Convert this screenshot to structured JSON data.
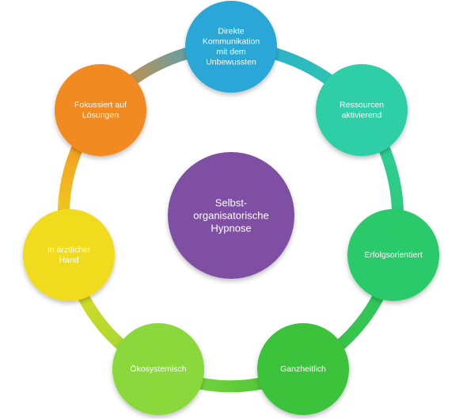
{
  "center": {
    "lines": [
      "Selbst-",
      "organisatorische",
      "Hypnose"
    ],
    "color": "#7E4FA3"
  },
  "nodes": [
    {
      "lines": [
        "Direkte",
        "Kommunikation",
        "mit dem",
        "Unbewussten"
      ],
      "color": "#2BA7D6"
    },
    {
      "lines": [
        "Ressourcen",
        "aktivierend"
      ],
      "color": "#2ECFA6"
    },
    {
      "lines": [
        "Erfolgsorientiert"
      ],
      "color": "#2CC96B"
    },
    {
      "lines": [
        "Ganzheitlich"
      ],
      "color": "#3CC23A"
    },
    {
      "lines": [
        "Ökosystemisch"
      ],
      "color": "#8AD83A"
    },
    {
      "lines": [
        "In ärztlicher",
        "Hand"
      ],
      "color": "#F0DC1E"
    },
    {
      "lines": [
        "Fokussiert auf",
        "Lösungen"
      ],
      "color": "#F28A22"
    }
  ],
  "ring_colors": [
    "#2BA7D6",
    "#2ECFA6",
    "#2CC96B",
    "#3CC23A",
    "#8AD83A",
    "#F0DC1E",
    "#F28A22"
  ]
}
